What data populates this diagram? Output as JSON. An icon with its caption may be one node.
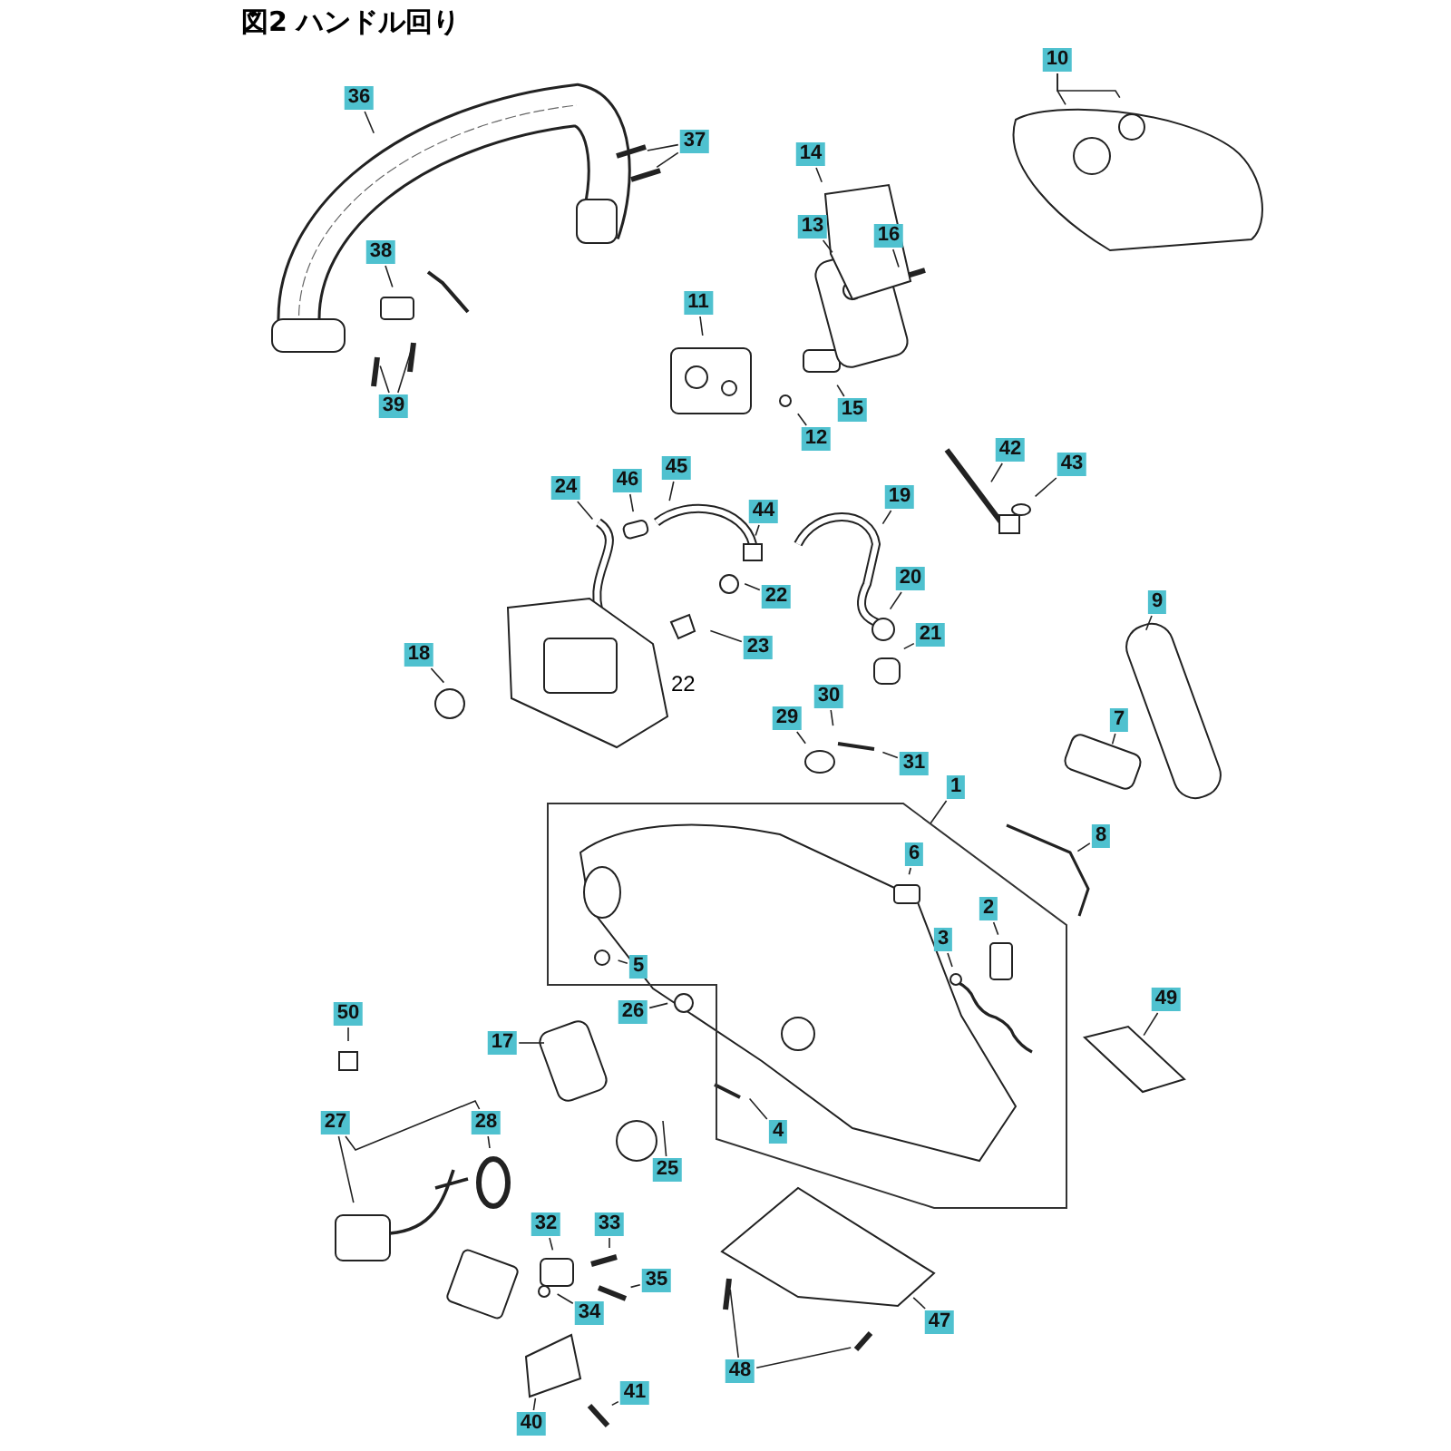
{
  "diagram": {
    "title": "図2 ハンドル回り",
    "nodes": [
      {
        "text": [],
        "shape": "box"
      },
      {
        "text": [
          "1"
        ]
      },
      {
        "text": [
          "2"
        ],
        "in": 0
      },
      {
        "text": [
          "3"
        ],
        "in": 0
      },
      {
        "text": [
          "4"
        ],
        "in": 0
      },
      {
        "text": [
          "5"
        ],
        "in": 0
      },
      {
        "text": [
          "6"
        ],
        "in": 0
      },
      {
        "text": [
          "7"
        ]
      },
      {
        "text": [
          "8"
        ]
      },
      {
        "text": [
          "9"
        ]
      },
      {
        "text": [
          "10"
        ]
      },
      {
        "text": [
          "11"
        ]
      },
      {
        "text": [
          "12"
        ]
      },
      {
        "text": [
          "13"
        ]
      },
      {
        "text": [
          "14"
        ]
      },
      {
        "text": [
          "15"
        ]
      },
      {
        "text": [
          "16"
        ]
      },
      {
        "text": [
          "17"
        ]
      },
      {
        "text": [
          "18"
        ]
      },
      {
        "text": [
          "19"
        ]
      },
      {
        "text": [
          "20"
        ]
      },
      {
        "text": [
          "21"
        ]
      },
      {
        "text": [
          "22"
        ]
      },
      {
        "text": [
          "23"
        ]
      },
      {
        "text": [
          "24"
        ]
      },
      {
        "text": [
          "25"
        ]
      },
      {
        "text": [
          "26"
        ]
      },
      {
        "text": [
          "27"
        ]
      },
      {
        "text": [
          "28"
        ]
      },
      {
        "text": [
          "29"
        ]
      },
      {
        "text": [
          "30"
        ]
      },
      {
        "text": [
          "31"
        ]
      },
      {
        "text": [
          "32"
        ]
      },
      {
        "text": [
          "33"
        ]
      },
      {
        "text": [
          "34"
        ]
      },
      {
        "text": [
          "35"
        ]
      },
      {
        "text": [
          "36"
        ]
      },
      {
        "text": [
          "37"
        ]
      },
      {
        "text": [
          "38"
        ]
      },
      {
        "text": [
          "39"
        ]
      },
      {
        "text": [
          "40"
        ]
      },
      {
        "text": [
          "41"
        ]
      },
      {
        "text": [
          "42"
        ]
      },
      {
        "text": [
          "43"
        ]
      },
      {
        "text": [
          "44"
        ]
      },
      {
        "text": [
          "45"
        ]
      },
      {
        "text": [
          "46"
        ]
      },
      {
        "text": [
          "47"
        ]
      },
      {
        "text": [
          "48"
        ]
      },
      {
        "text": [
          "49"
        ]
      },
      {
        "text": [
          "50"
        ]
      }
    ],
    "edges": [
      {
        "from": 1,
        "to": 0,
        "arrow": "none"
      },
      {
        "from": 2,
        "to": null,
        "arrow": "none"
      },
      {
        "from": 3,
        "to": null,
        "arrow": "none"
      },
      {
        "from": 4,
        "to": null,
        "arrow": "none"
      },
      {
        "from": 5,
        "to": null,
        "arrow": "none"
      },
      {
        "from": 6,
        "to": null,
        "arrow": "none"
      },
      {
        "from": 7,
        "to": null,
        "arrow": "none"
      },
      {
        "from": 8,
        "to": null,
        "arrow": "none"
      },
      {
        "from": 9,
        "to": null,
        "arrow": "none"
      },
      {
        "from": 10,
        "to": null,
        "arrow": "none"
      },
      {
        "from": 10,
        "to": null,
        "arrow": "none"
      },
      {
        "from": 11,
        "to": null,
        "arrow": "none"
      },
      {
        "from": 12,
        "to": null,
        "arrow": "none"
      },
      {
        "from": 13,
        "to": null,
        "arrow": "none"
      },
      {
        "from": 14,
        "to": null,
        "arrow": "none"
      },
      {
        "from": 15,
        "to": null,
        "arrow": "none"
      },
      {
        "from": 16,
        "to": null,
        "arrow": "none"
      },
      {
        "from": 17,
        "to": null,
        "arrow": "none"
      },
      {
        "from": 18,
        "to": null,
        "arrow": "none"
      },
      {
        "from": 19,
        "to": null,
        "arrow": "none"
      },
      {
        "from": 20,
        "to": null,
        "arrow": "none"
      },
      {
        "from": 21,
        "to": null,
        "arrow": "none"
      },
      {
        "from": 22,
        "to": null,
        "arrow": "none"
      },
      {
        "from": 23,
        "to": null,
        "arrow": "none"
      },
      {
        "from": 24,
        "to": null,
        "arrow": "none"
      },
      {
        "from": 25,
        "to": null,
        "arrow": "none"
      },
      {
        "from": 26,
        "to": null,
        "arrow": "none"
      },
      {
        "from": 27,
        "to": null,
        "arrow": "none"
      },
      {
        "from": 27,
        "to": 28,
        "arrow": "none"
      },
      {
        "from": 28,
        "to": null,
        "arrow": "none"
      },
      {
        "from": 29,
        "to": null,
        "arrow": "none"
      },
      {
        "from": 30,
        "to": null,
        "arrow": "none"
      },
      {
        "from": 31,
        "to": null,
        "arrow": "none"
      },
      {
        "from": 32,
        "to": null,
        "arrow": "none"
      },
      {
        "from": 33,
        "to": null,
        "arrow": "none"
      },
      {
        "from": 34,
        "to": null,
        "arrow": "none"
      },
      {
        "from": 35,
        "to": null,
        "arrow": "none"
      },
      {
        "from": 36,
        "to": null,
        "arrow": "none"
      },
      {
        "from": 37,
        "to": null,
        "arrow": "none"
      },
      {
        "from": 37,
        "to": null,
        "arrow": "none"
      },
      {
        "from": 38,
        "to": null,
        "arrow": "none"
      },
      {
        "from": 39,
        "to": null,
        "arrow": "none"
      },
      {
        "from": 39,
        "to": null,
        "arrow": "none"
      },
      {
        "from": 40,
        "to": null,
        "arrow": "none"
      },
      {
        "from": 41,
        "to": null,
        "arrow": "none"
      },
      {
        "from": 42,
        "to": null,
        "arrow": "none"
      },
      {
        "from": 43,
        "to": null,
        "arrow": "none"
      },
      {
        "from": 44,
        "to": null,
        "arrow": "none"
      },
      {
        "from": 45,
        "to": null,
        "arrow": "none"
      },
      {
        "from": 46,
        "to": null,
        "arrow": "none"
      },
      {
        "from": 47,
        "to": null,
        "arrow": "none"
      },
      {
        "from": 48,
        "to": null,
        "arrow": "none"
      },
      {
        "from": 48,
        "to": null,
        "arrow": "none"
      },
      {
        "from": 49,
        "to": null,
        "arrow": "none"
      },
      {
        "from": 50,
        "to": null,
        "arrow": "none"
      }
    ],
    "labels": [
      "22"
    ]
  }
}
